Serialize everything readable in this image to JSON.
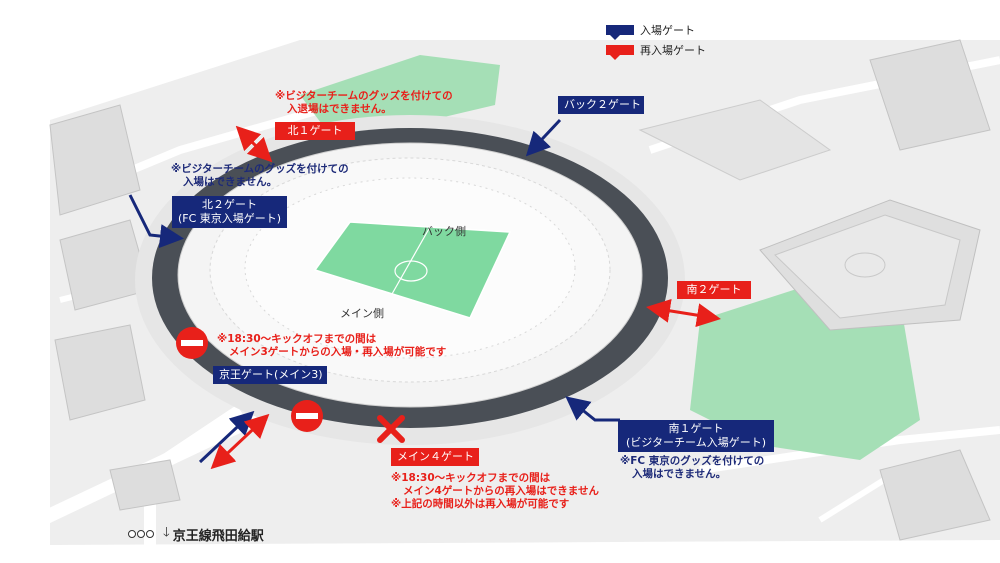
{
  "legend": {
    "entry_label": "入場ゲート",
    "reentry_label": "再入場ゲート"
  },
  "field": {
    "back_label": "バック側",
    "main_label": "メイン側"
  },
  "gates": {
    "north1": "北１ゲート",
    "north2_line1": "北２ゲート",
    "north2_line2": "(FC 東京入場ゲート)",
    "back2": "バック２ゲート",
    "south2": "南２ゲート",
    "south1_line1": "南１ゲート",
    "south1_line2": "(ビジターチーム入場ゲート)",
    "keio": "京王ゲート(メイン3)",
    "main4": "メイン４ゲート"
  },
  "notes": {
    "north1_line1": "※ビジターチームのグッズを付けての",
    "north1_line2": "入退場はできません。",
    "north2_line1": "※ビジターチームのグッズを付けての",
    "north2_line2": "入場はできません。",
    "keio_line1": "※18:30～キックオフまでの間は",
    "keio_line2": "メイン3ゲートからの入場・再入場が可能です",
    "south1_line1": "※FC 東京のグッズを付けての",
    "south1_line2": "入場はできません。",
    "main4_line1": "※18:30～キックオフまでの間は",
    "main4_line2": "メイン4ゲートからの再入場はできません",
    "main4_line3": "※上記の時間以外は再入場が可能です"
  },
  "station": {
    "label": "京王線飛田給駅"
  },
  "colors": {
    "entry": "#16287a",
    "reentry": "#e8201a",
    "pitch": "#7fd9a0",
    "green_area": "#a5dfb6",
    "concourse_ring": "#4a4f56",
    "no_entry": "#e8201a"
  },
  "icons": {
    "no_entry": "no-entry-sign-icon",
    "closed": "x-mark-icon",
    "train": "train-icon",
    "down_arrow": "down-arrow-icon"
  }
}
